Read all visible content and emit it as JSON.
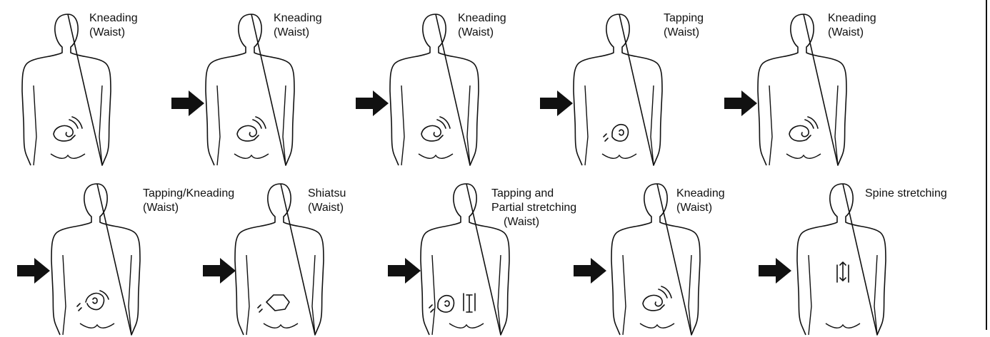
{
  "rows": [
    {
      "steps": [
        {
          "label_lines": [
            "Kneading",
            "(Waist)"
          ],
          "motion": "kneading-icon"
        },
        {
          "label_lines": [
            "Kneading",
            "(Waist)"
          ],
          "motion": "kneading-icon"
        },
        {
          "label_lines": [
            "Kneading",
            "(Waist)"
          ],
          "motion": "kneading-icon"
        },
        {
          "label_lines": [
            "Tapping",
            "(Waist)"
          ],
          "motion": "tapping-icon"
        },
        {
          "label_lines": [
            "Kneading",
            "(Waist)"
          ],
          "motion": "kneading-icon"
        }
      ]
    },
    {
      "steps": [
        {
          "label_lines": [
            "Tapping/Kneading",
            "(Waist)"
          ],
          "motion": "tapping-kneading-icon"
        },
        {
          "label_lines": [
            "Shiatsu",
            "(Waist)"
          ],
          "motion": "shiatsu-icon"
        },
        {
          "label_lines": [
            "Tapping and",
            "Partial stretching",
            "(Waist)"
          ],
          "motion": "tapping-partial-stretching-icon"
        },
        {
          "label_lines": [
            "Kneading",
            "(Waist)"
          ],
          "motion": "kneading-icon"
        },
        {
          "label_lines": [
            "Spine stretching"
          ],
          "motion": "spine-stretching-icon"
        }
      ]
    }
  ],
  "arrow_icon": "right-arrow-icon",
  "colors": {
    "line": "#111111",
    "background": "#ffffff"
  }
}
